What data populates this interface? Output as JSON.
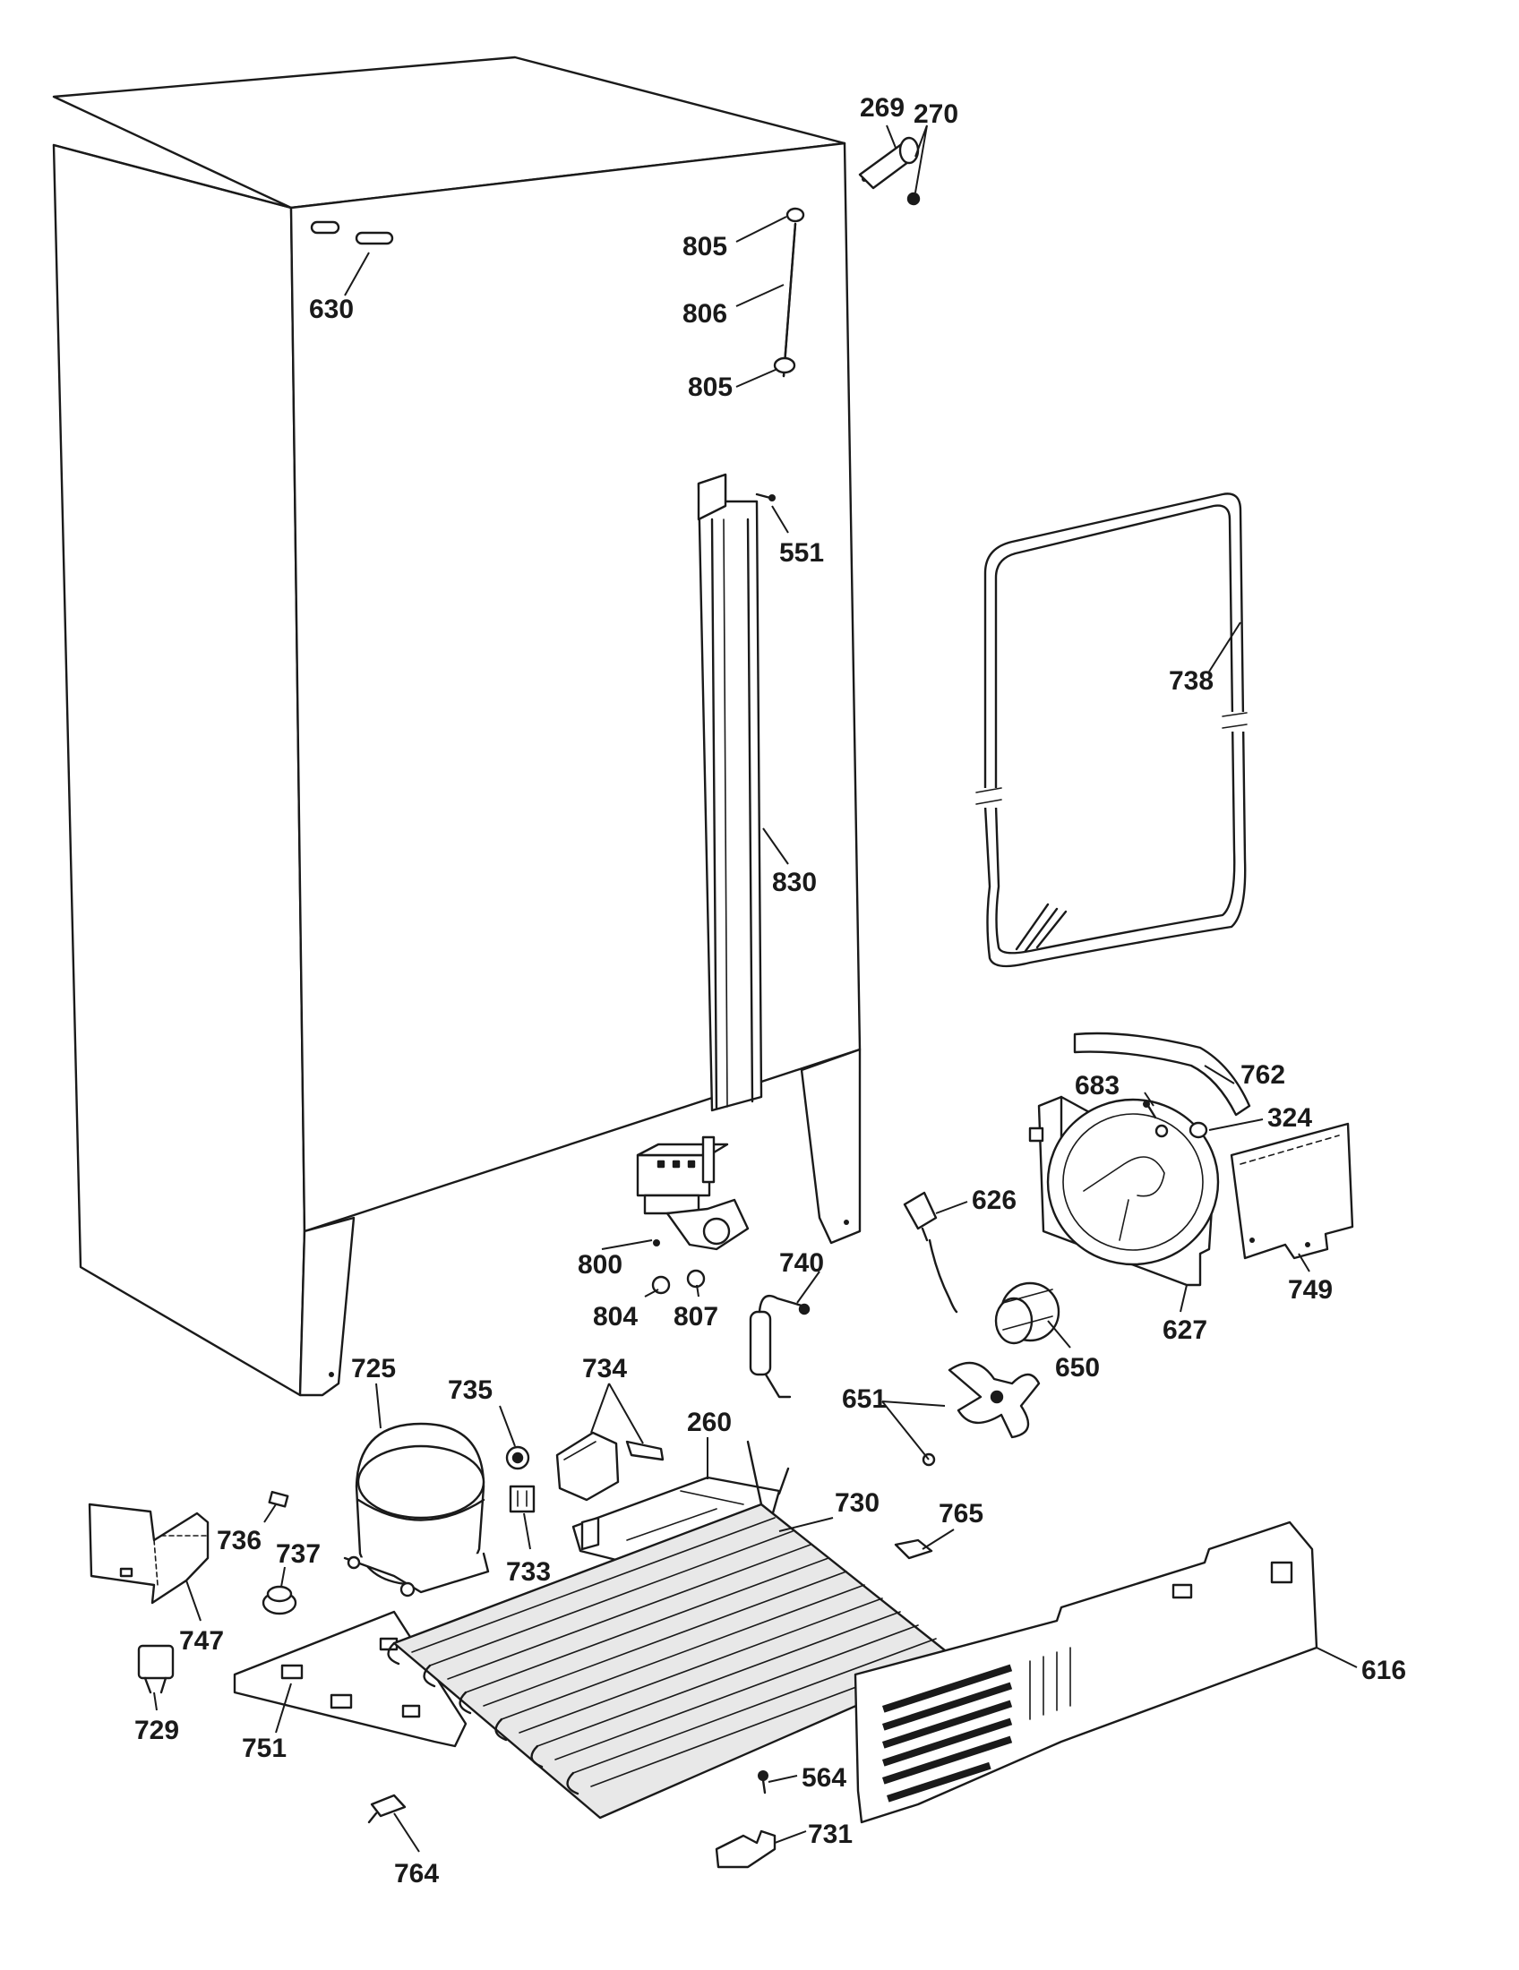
{
  "part_labels": [
    {
      "id": "269",
      "text": "269"
    },
    {
      "id": "270",
      "text": "270"
    },
    {
      "id": "805a",
      "text": "805"
    },
    {
      "id": "806",
      "text": "806"
    },
    {
      "id": "805b",
      "text": "805"
    },
    {
      "id": "630",
      "text": "630"
    },
    {
      "id": "551",
      "text": "551"
    },
    {
      "id": "738",
      "text": "738"
    },
    {
      "id": "830",
      "text": "830"
    },
    {
      "id": "762",
      "text": "762"
    },
    {
      "id": "683",
      "text": "683"
    },
    {
      "id": "324",
      "text": "324"
    },
    {
      "id": "626",
      "text": "626"
    },
    {
      "id": "800",
      "text": "800"
    },
    {
      "id": "740",
      "text": "740"
    },
    {
      "id": "804",
      "text": "804"
    },
    {
      "id": "807",
      "text": "807"
    },
    {
      "id": "749",
      "text": "749"
    },
    {
      "id": "627",
      "text": "627"
    },
    {
      "id": "725",
      "text": "725"
    },
    {
      "id": "735",
      "text": "735"
    },
    {
      "id": "734",
      "text": "734"
    },
    {
      "id": "650",
      "text": "650"
    },
    {
      "id": "651",
      "text": "651"
    },
    {
      "id": "260",
      "text": "260"
    },
    {
      "id": "730",
      "text": "730"
    },
    {
      "id": "765",
      "text": "765"
    },
    {
      "id": "736",
      "text": "736"
    },
    {
      "id": "737",
      "text": "737"
    },
    {
      "id": "733",
      "text": "733"
    },
    {
      "id": "747",
      "text": "747"
    },
    {
      "id": "616",
      "text": "616"
    },
    {
      "id": "729",
      "text": "729"
    },
    {
      "id": "751",
      "text": "751"
    },
    {
      "id": "564",
      "text": "564"
    },
    {
      "id": "731",
      "text": "731"
    },
    {
      "id": "764",
      "text": "764"
    }
  ]
}
